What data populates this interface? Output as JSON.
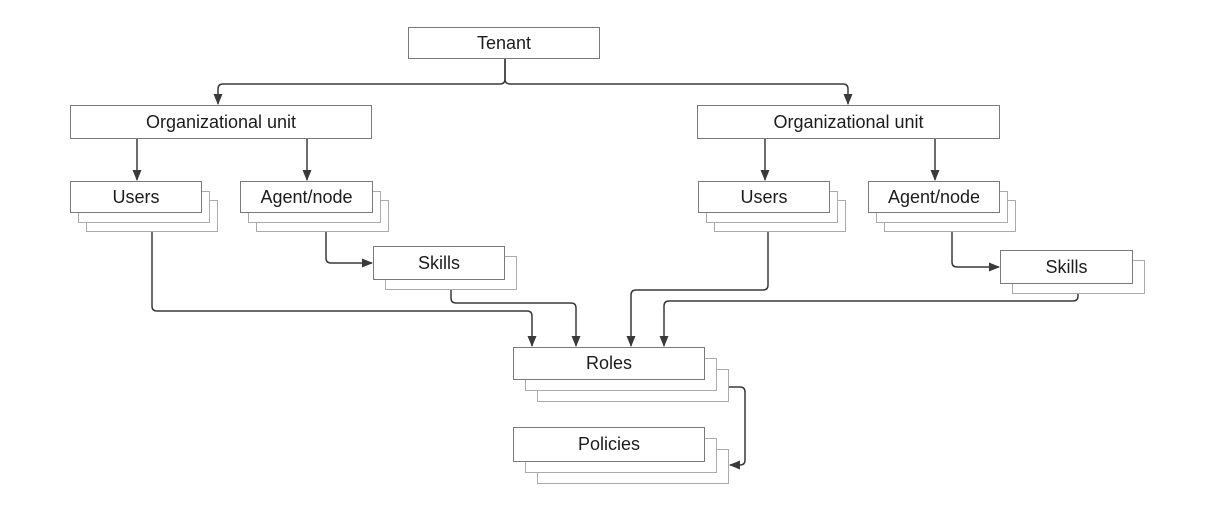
{
  "diagram": {
    "nodes": {
      "tenant": {
        "label": "Tenant",
        "stacked": false
      },
      "org_unit_left": {
        "label": "Organizational unit",
        "stacked": false
      },
      "org_unit_right": {
        "label": "Organizational unit",
        "stacked": false
      },
      "users_left": {
        "label": "Users",
        "stacked": true
      },
      "agent_node_left": {
        "label": "Agent/node",
        "stacked": true
      },
      "users_right": {
        "label": "Users",
        "stacked": true
      },
      "agent_node_right": {
        "label": "Agent/node",
        "stacked": true
      },
      "skills_left": {
        "label": "Skills",
        "stacked": true
      },
      "skills_right": {
        "label": "Skills",
        "stacked": true
      },
      "roles": {
        "label": "Roles",
        "stacked": true
      },
      "policies": {
        "label": "Policies",
        "stacked": true
      }
    },
    "edges": [
      {
        "from": "tenant",
        "to": "org_unit_left"
      },
      {
        "from": "tenant",
        "to": "org_unit_right"
      },
      {
        "from": "org_unit_left",
        "to": "users_left"
      },
      {
        "from": "org_unit_left",
        "to": "agent_node_left"
      },
      {
        "from": "org_unit_right",
        "to": "users_right"
      },
      {
        "from": "org_unit_right",
        "to": "agent_node_right"
      },
      {
        "from": "agent_node_left",
        "to": "skills_left"
      },
      {
        "from": "agent_node_right",
        "to": "skills_right"
      },
      {
        "from": "users_left",
        "to": "roles"
      },
      {
        "from": "skills_left",
        "to": "roles"
      },
      {
        "from": "users_right",
        "to": "roles"
      },
      {
        "from": "skills_right",
        "to": "roles"
      },
      {
        "from": "roles",
        "to": "policies"
      }
    ],
    "colors": {
      "background": "#ffffff",
      "box_fill": "#ffffff",
      "box_border": "#7a7a7a",
      "stack_shadow_border": "#ababab",
      "connector": "#3a3a3a",
      "text": "#1c1c1c"
    }
  }
}
